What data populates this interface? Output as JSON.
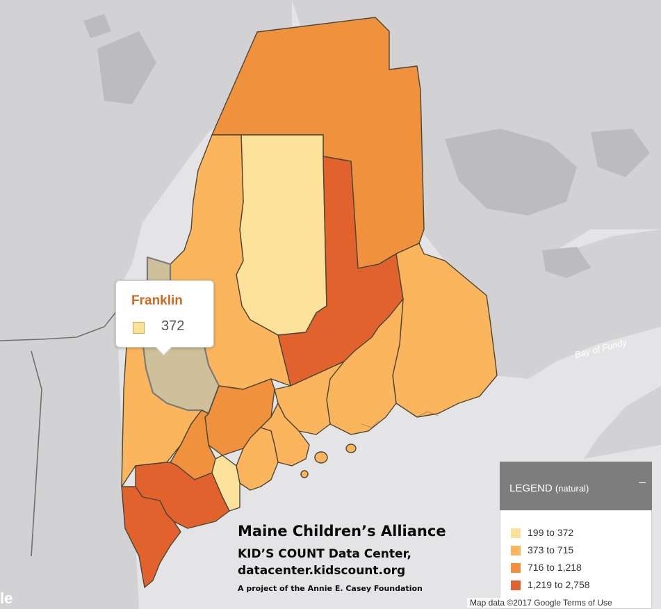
{
  "map": {
    "label_bay": "Bay of Fundy",
    "colors": {
      "class1": "#fbe19a",
      "class2": "#fbb55c",
      "class3": "#f0923d",
      "class4": "#e1622c",
      "hover": "#cdc09a",
      "land": "#d2d2d4",
      "water": "#e4e4e6"
    }
  },
  "tooltip": {
    "county": "Franklin",
    "value": "372",
    "swatch": "#fbe19a"
  },
  "credits": {
    "line1": "Maine Children’s Alliance",
    "line2": "KID’S COUNT Data Center,",
    "line3": "datacenter.kidscount.org",
    "line4": "A project of the Annie E. Casey Foundation"
  },
  "legend": {
    "title": "LEGEND",
    "mode": "(natural)",
    "collapse": "−",
    "items": [
      {
        "label": "199 to 372",
        "color": "#fbe19a"
      },
      {
        "label": "373 to 715",
        "color": "#fbb55c"
      },
      {
        "label": "716 to 1,218",
        "color": "#f0923d"
      },
      {
        "label": "1,219 to 2,758",
        "color": "#e1622c"
      }
    ]
  },
  "attribution": {
    "logo_fragment": "le",
    "map_data": "Map data ©2017 Google   Terms of Use"
  }
}
